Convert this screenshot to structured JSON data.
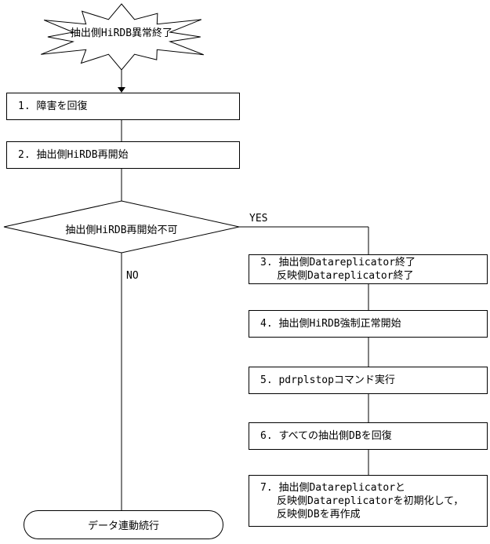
{
  "colors": {
    "line": "#000000",
    "background": "#ffffff",
    "text": "#000000"
  },
  "start": {
    "label": "抽出側HiRDB異常終了"
  },
  "steps": [
    {
      "lines": [
        "1. 障害を回復"
      ]
    },
    {
      "lines": [
        "2. 抽出側HiRDB再開始"
      ]
    },
    {
      "lines": [
        "3. 抽出側Datareplicator終了",
        "反映側Datareplicator終了"
      ]
    },
    {
      "lines": [
        "4. 抽出側HiRDB強制正常開始"
      ]
    },
    {
      "lines": [
        "5. pdrplstopコマンド実行"
      ]
    },
    {
      "lines": [
        "6. すべての抽出側DBを回復"
      ]
    },
    {
      "lines": [
        "7. 抽出側Datareplicatorと",
        "反映側Datareplicatorを初期化して，",
        "反映側DBを再作成"
      ]
    }
  ],
  "decision": {
    "label": "抽出側HiRDB再開始不可",
    "yes": "YES",
    "no": "NO"
  },
  "terminal": {
    "label": "データ連動続行"
  }
}
